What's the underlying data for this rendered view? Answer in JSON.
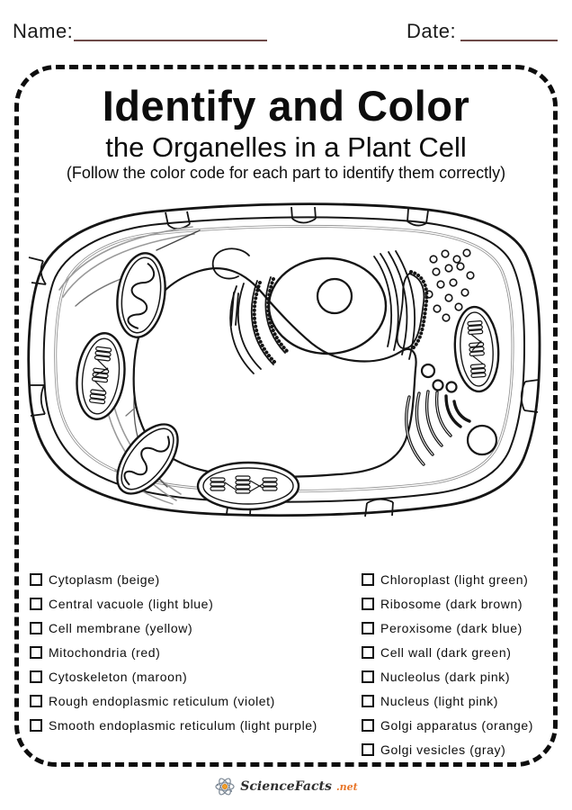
{
  "fields": {
    "name_label": "Name:",
    "date_label": "Date:"
  },
  "header": {
    "title": "Identify and Color",
    "subtitle": "the Organelles in a Plant Cell",
    "instruction": "(Follow the color code for each part to identify them correctly)"
  },
  "checklist": {
    "left": [
      "Cytoplasm (beige)",
      "Central vacuole (light blue)",
      "Cell membrane (yellow)",
      "Mitochondria (red)",
      "Cytoskeleton (maroon)",
      "Rough endoplasmic reticulum (violet)",
      "Smooth endoplasmic reticulum (light purple)"
    ],
    "right": [
      "Chloroplast (light green)",
      "Ribosome (dark brown)",
      "Peroxisome (dark blue)",
      "Cell wall (dark green)",
      "Nucleolus (dark pink)",
      "Nucleus (light pink)",
      "Golgi apparatus (orange)",
      "Golgi vesicles (gray)"
    ]
  },
  "diagram": {
    "organelle_icons": [
      "cell-wall",
      "cell-membrane",
      "central-vacuole",
      "nucleus",
      "nucleolus",
      "rough-endoplasmic-reticulum",
      "smooth-endoplasmic-reticulum",
      "ribosomes",
      "mitochondrion",
      "chloroplast",
      "golgi-apparatus",
      "golgi-vesicles",
      "peroxisome",
      "cytoskeleton"
    ]
  },
  "footer": {
    "brand": "ScienceFacts",
    "suffix": ".net"
  },
  "colors": {
    "ink": "#151515",
    "underline": "#6d4a48",
    "accent_orange": "#e8762a",
    "cytoskeleton_gray": "#9a9a9a"
  }
}
